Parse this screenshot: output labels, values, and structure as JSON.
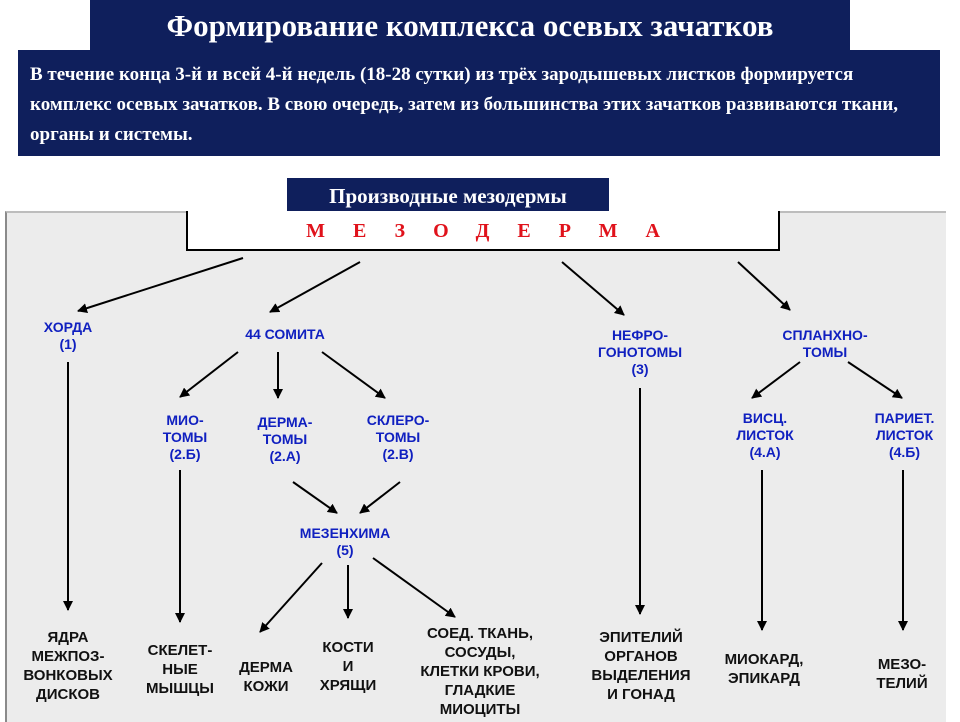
{
  "title": "Формирование комплекса осевых зачатков",
  "intro": "В течение конца 3-й и всей 4-й недель (18-28 сутки) из трёх зародышевых листков формируется комплекс осевых зачатков. В свою очередь, затем из большинства этих зачатков развиваются ткани, органы и системы.",
  "subtitle": "Производные мезодермы",
  "root": "МЕЗОДЕРМА",
  "colors": {
    "header_bg": "#0f1f5c",
    "root_text": "#e0121b",
    "node_text": "#1020c0",
    "leaf_text": "#111111",
    "panel_bg": "#ececec"
  },
  "nodes": {
    "chorda": [
      "ХОРДА",
      "(1)"
    ],
    "somites": [
      "44 СОМИТА"
    ],
    "nephrogonotomes": [
      "НЕФРО-",
      "ГОНОТОМЫ",
      "(3)"
    ],
    "splanchnotomes": [
      "СПЛАНХНО-",
      "ТОМЫ"
    ],
    "myotomes": [
      "МИО-",
      "ТОМЫ",
      "(2.Б)"
    ],
    "dermatomes": [
      "ДЕРМА-",
      "ТОМЫ",
      "(2.А)"
    ],
    "sclerotomes": [
      "СКЛЕРО-",
      "ТОМЫ",
      "(2.В)"
    ],
    "visceral_layer": [
      "ВИСЦ.",
      "ЛИСТОК",
      "(4.А)"
    ],
    "parietal_layer": [
      "ПАРИЕТ.",
      "ЛИСТОК",
      "(4.Б)"
    ],
    "mesenchyme": [
      "МЕЗЕНХИМА",
      "(5)"
    ]
  },
  "leaves": {
    "disc_nuclei": [
      "ЯДРА",
      "МЕЖПОЗ-",
      "ВОНКОВЫХ",
      "ДИСКОВ"
    ],
    "skeletal_muscles": [
      "СКЕЛЕТ-",
      "НЫЕ",
      "МЫШЦЫ"
    ],
    "dermis": [
      "ДЕРМА",
      "КОЖИ"
    ],
    "bones_cartilage": [
      "КОСТИ",
      "И",
      "ХРЯЩИ"
    ],
    "connective_tissue": [
      "СОЕД. ТКАНЬ,",
      "СОСУДЫ,",
      "КЛЕТКИ КРОВИ,",
      "ГЛАДКИЕ",
      "МИОЦИТЫ"
    ],
    "epithelium": [
      "ЭПИТЕЛИЙ",
      "ОРГАНОВ",
      "ВЫДЕЛЕНИЯ",
      "И ГОНАД"
    ],
    "myocardium": [
      "МИОКАРД,",
      "ЭПИКАРД"
    ],
    "mesothelium": [
      "МЕЗО-",
      "ТЕЛИЙ"
    ]
  }
}
